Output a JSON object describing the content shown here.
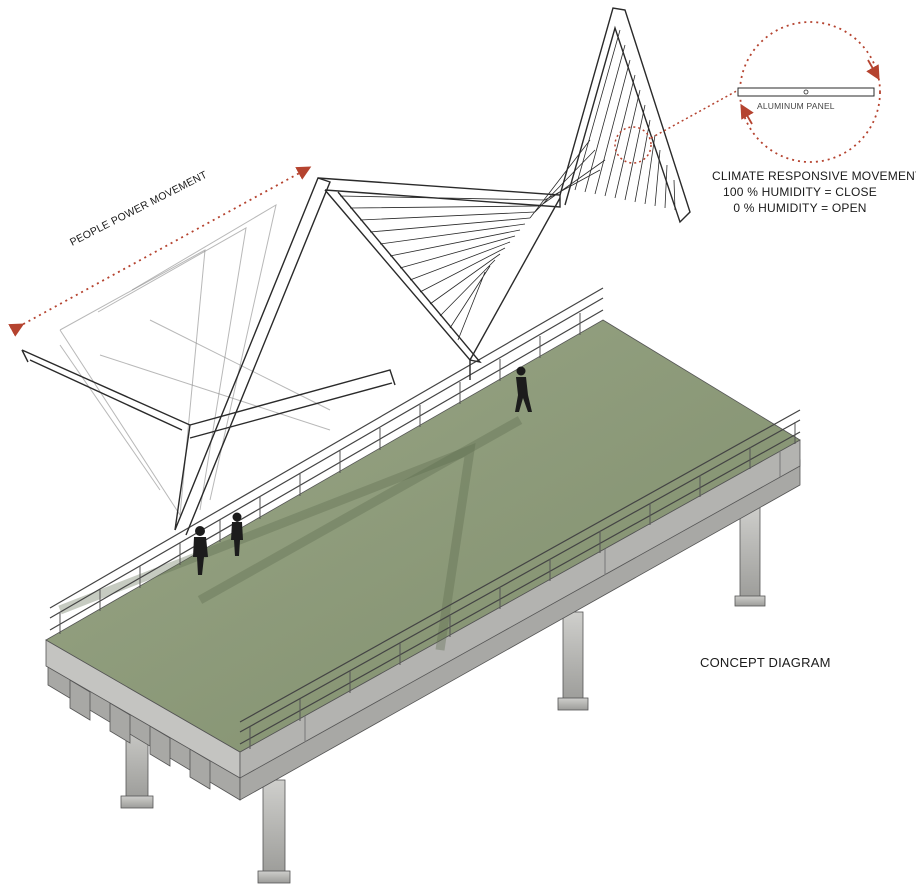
{
  "labels": {
    "people_power": "PEOPLE POWER MOVEMENT",
    "aluminum_panel": "ALUMINUM PANEL",
    "climate_title": "CLIMATE RESPONSIVE MOVEMENT",
    "climate_close": "100 % HUMIDITY = CLOSE",
    "climate_open": "0 % HUMIDITY = OPEN",
    "concept": "CONCEPT DIAGRAM"
  },
  "colors": {
    "deck": "#8c9a78",
    "concrete": "#b9b9b6",
    "concrete_dark": "#8e8e8b",
    "annotation_red": "#b5432f",
    "frame_line": "#2a2a2a"
  }
}
